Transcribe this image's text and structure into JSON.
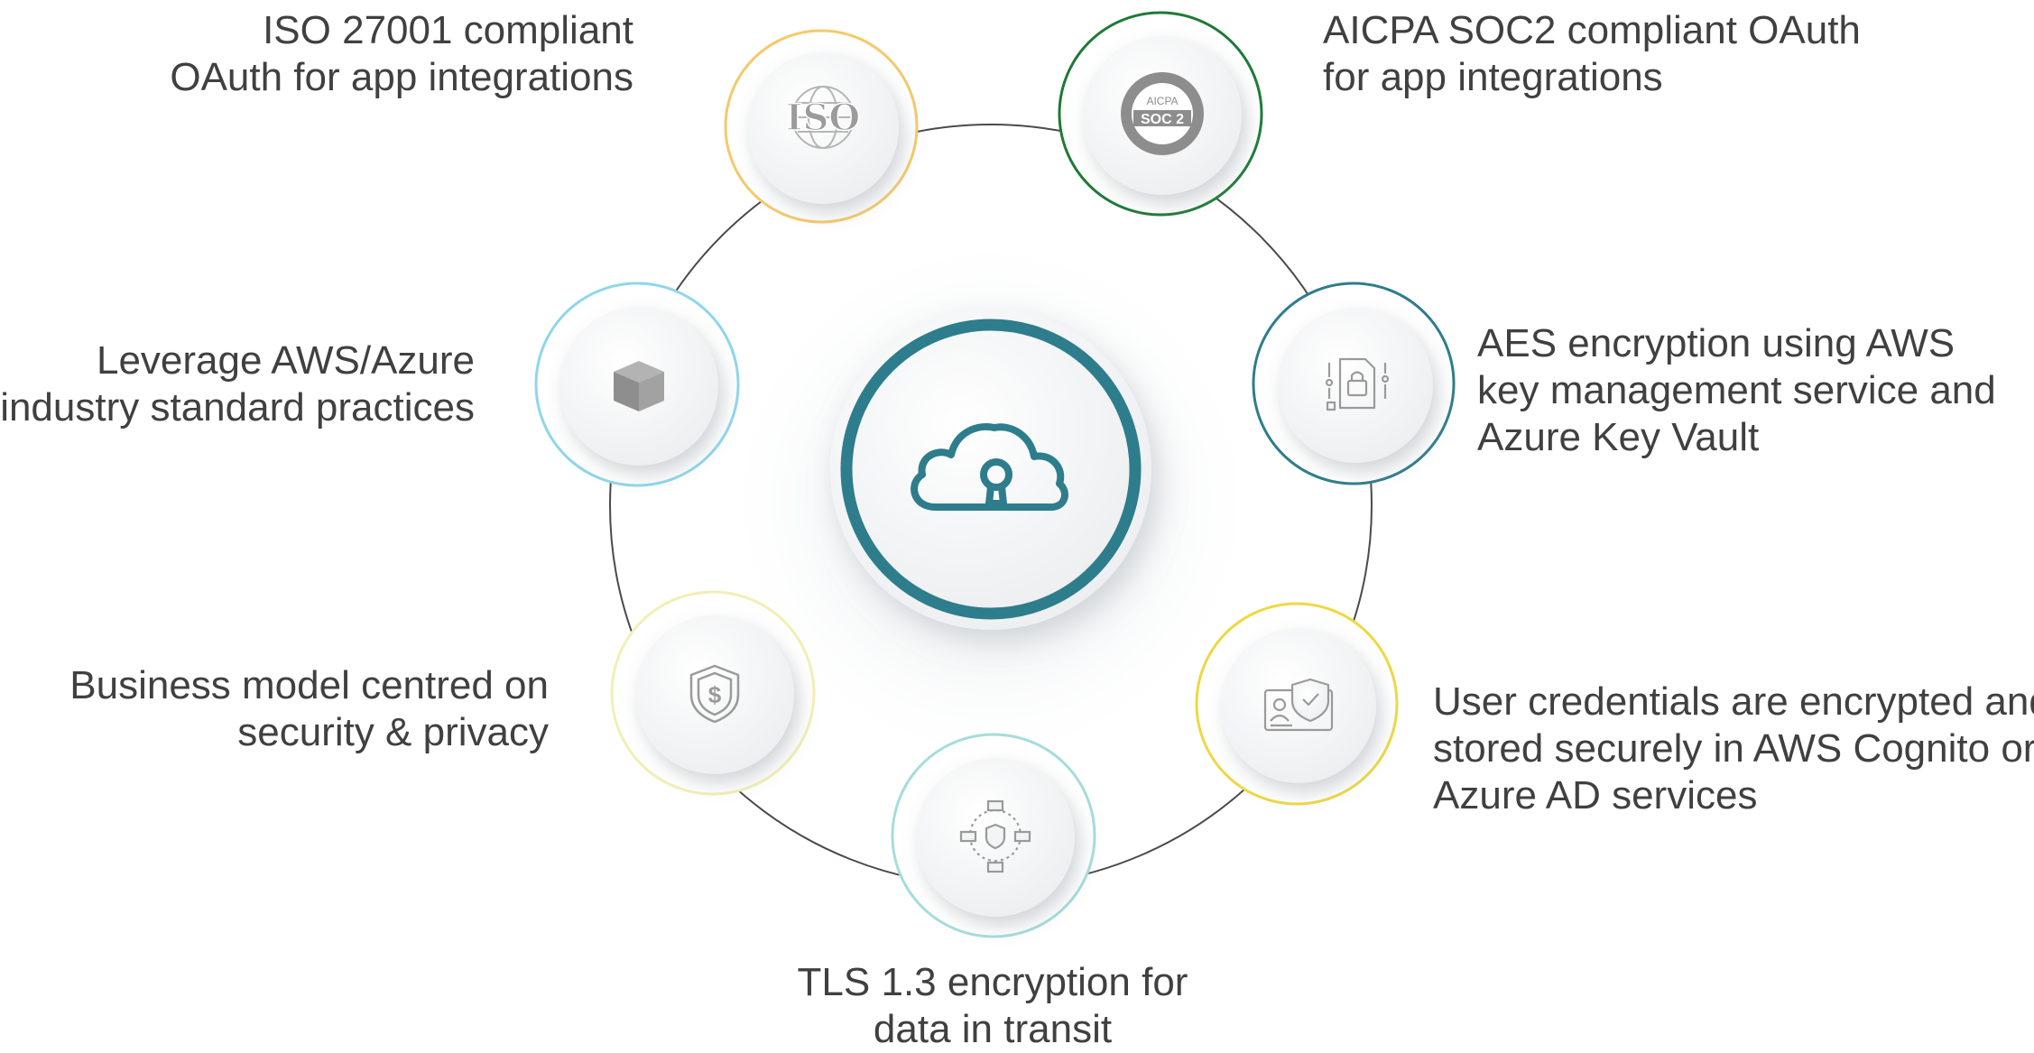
{
  "center": {
    "icon": "cloud-lock-icon",
    "ring_color": "#2e7d8c"
  },
  "nodes": [
    {
      "id": "iso",
      "icon": "iso-icon",
      "icon_text": "ISO",
      "ring_color": "#f5c96a",
      "label_lines": [
        "ISO 27001 compliant",
        "OAuth for app integrations"
      ]
    },
    {
      "id": "soc2",
      "icon": "aicpa-soc2-badge-icon",
      "icon_text_top": "AICPA",
      "icon_text_main": "SOC 2",
      "ring_color": "#1e7a36",
      "label_lines": [
        "AICPA SOC2 compliant OAuth",
        "for app integrations"
      ]
    },
    {
      "id": "aes",
      "icon": "encrypted-document-icon",
      "ring_color": "#2e7d8c",
      "label_lines": [
        "AES encryption using AWS",
        "key management service and",
        "Azure Key Vault"
      ]
    },
    {
      "id": "credentials",
      "icon": "id-card-shield-icon",
      "ring_color": "#eed844",
      "label_lines": [
        "User credentials are encrypted and",
        "stored securely in AWS Cognito or",
        "Azure AD services"
      ]
    },
    {
      "id": "tls",
      "icon": "network-shield-icon",
      "ring_color": "#a6dcdc",
      "label_lines": [
        "TLS 1.3 encryption for",
        "data in transit"
      ]
    },
    {
      "id": "business",
      "icon": "dollar-shield-icon",
      "ring_color": "#f2efb5",
      "label_lines": [
        "Business model centred on",
        "security & privacy"
      ]
    },
    {
      "id": "cloud",
      "icon": "cube-icon",
      "ring_color": "#8fd6ec",
      "label_lines": [
        "Leverage AWS/Azure",
        "industry standard practices"
      ]
    }
  ]
}
